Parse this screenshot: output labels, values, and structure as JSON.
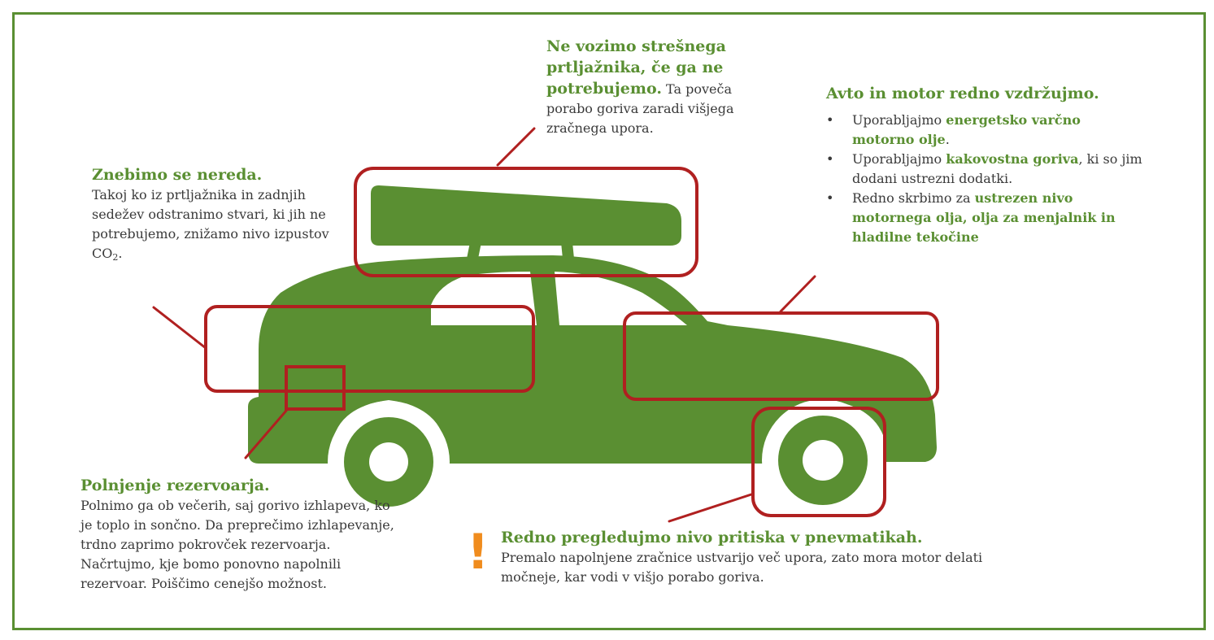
{
  "colors": {
    "car": "#5a8f32",
    "highlight": "#b02020",
    "warning": "#f08c1e",
    "frame": "#5a8f32"
  },
  "icons": {
    "warning": "exclamation-icon",
    "bullet": "•"
  },
  "roof_box": {
    "title": "Ne vozimo strešnega prtljažnika, če ga ne potrebujemo.",
    "text": "Ta poveča porabo goriva zaradi višjega zračnega upora."
  },
  "clutter": {
    "title": "Znebimo se nereda.",
    "text": "Takoj ko iz prtljažnika in zadnjih sedežev odstranimo stvari, ki jih ne potrebujemo, znižamo nivo izpustov CO",
    "subscript": "2",
    "end": "."
  },
  "maintenance": {
    "title": "Avto in motor redno vzdržujmo.",
    "items": [
      {
        "pre": "Uporabljajmo ",
        "bold": "energetsko varčno motorno olje",
        "post": "."
      },
      {
        "pre": "Uporabljajmo ",
        "bold": "kakovostna goriva",
        "post": ", ki so jim dodani ustrezni dodatki."
      },
      {
        "pre": "Redno skrbimo za ",
        "bold": "ustrezen nivo motornega olja, olja za menjalnik in hladilne tekočine",
        "post": ""
      }
    ]
  },
  "fuel_tank": {
    "title": "Polnjenje rezervoarja.",
    "text": "Polnimo ga ob večerih, saj gorivo izhlapeva, ko je toplo in sončno. Da preprečimo izhlapevanje, trdno zaprimo pokrovček rezervoarja. Načrtujmo, kje bomo ponovno napolnili rezervoar. Poiščimo cenejšo možnost."
  },
  "tires": {
    "mark": "!",
    "title": "Redno pregledujmo nivo pritiska v pnevmatikah.",
    "text": "Premalo napolnjene zračnice ustvarijo več upora, zato mora motor delati močneje, kar vodi v višjo porabo goriva."
  }
}
